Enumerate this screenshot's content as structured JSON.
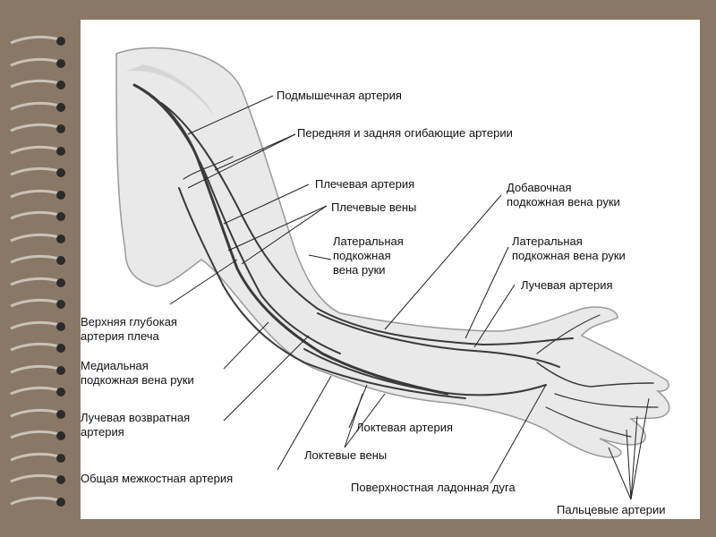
{
  "labels": {
    "axillary_artery": "Подмышечная артерия",
    "circumflex_arteries": "Передняя и задняя огибающие артерии",
    "brachial_artery": "Плечевая артерия",
    "brachial_veins": "Плечевые вены",
    "cephalic_vein": "Латеральная\nподкожная\nвена руки",
    "accessory_cephalic_vein": "Добавочная\nподкожная вена руки",
    "cephalic_vein_forearm": "Латеральная\nподкожная вена руки",
    "radial_artery": "Лучевая артерия",
    "deep_brachial_artery": "Верхняя глубокая\nартерия плеча",
    "basilic_vein": "Медиальная\nподкожная вена руки",
    "radial_recurrent_artery": "Лучевая возвратная\nартерия",
    "ulnar_artery": "Локтевая артерия",
    "ulnar_veins": "Локтевые вены",
    "common_interosseous_artery": "Общая межкостная артерия",
    "superficial_palmar_arch": "Поверхностная ладонная дуга",
    "digital_arteries": "Пальцевые артерии"
  },
  "colors": {
    "frame": "#8a7866",
    "paper": "#ffffff",
    "skin": "#e9e9e9",
    "vessel": "#3a3a3a",
    "ring": "#c8c2b8",
    "text": "#111111"
  }
}
